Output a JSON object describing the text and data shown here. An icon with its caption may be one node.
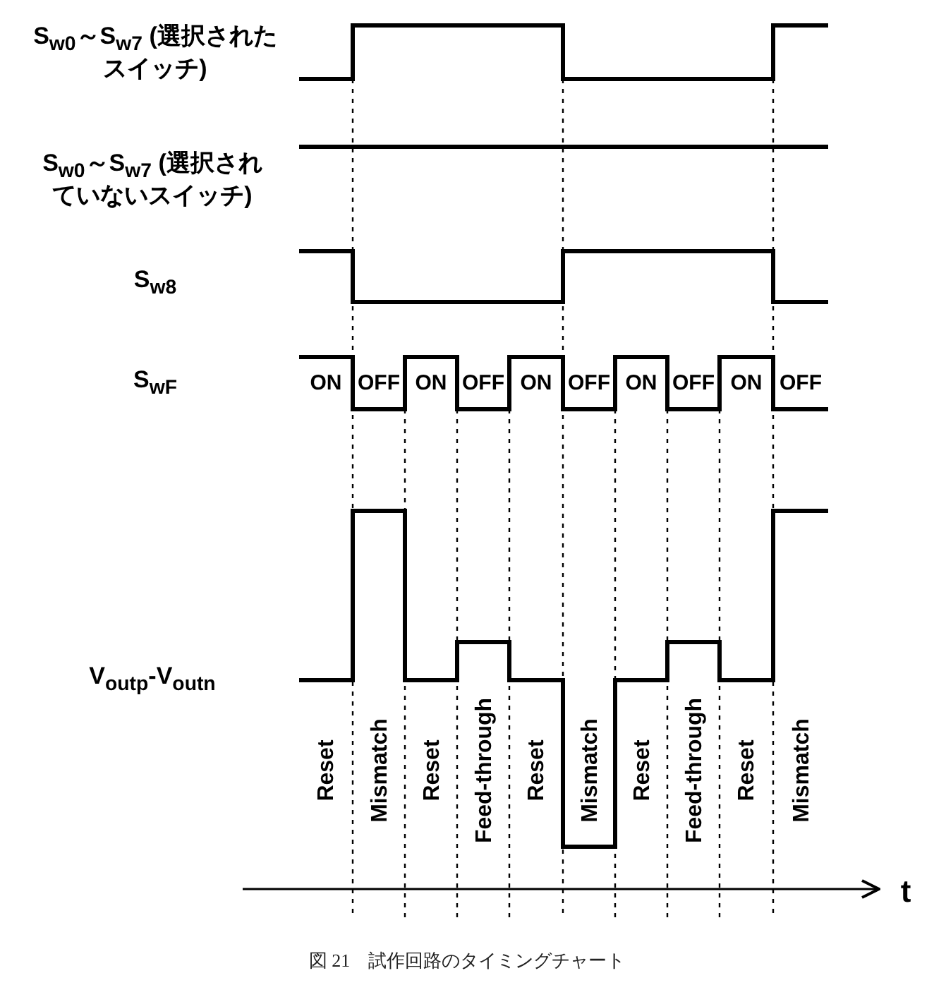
{
  "diagram": {
    "caption": "図 21　試作回路のタイミングチャート",
    "labels": [
      "S$_{w0}$～S$_{w7}$ (選択されたスイッチ)",
      "S$_{w0}$～S$_{w7}$ (選択されていないスイッチ)",
      "S$_{w8}$",
      "S$_{wF}$",
      "ON",
      "OFF",
      "ON",
      "OFF",
      "ON",
      "OFF",
      "ON",
      "OFF",
      "ON",
      "OFF",
      "V$_{outp}$-V$_{outn}$",
      "Reset",
      "Mismatch",
      "Reset",
      "Feed-through",
      "Reset",
      "Mismatch",
      "Reset",
      "Feed-through",
      "Reset",
      "Mismatch",
      "t"
    ]
  }
}
